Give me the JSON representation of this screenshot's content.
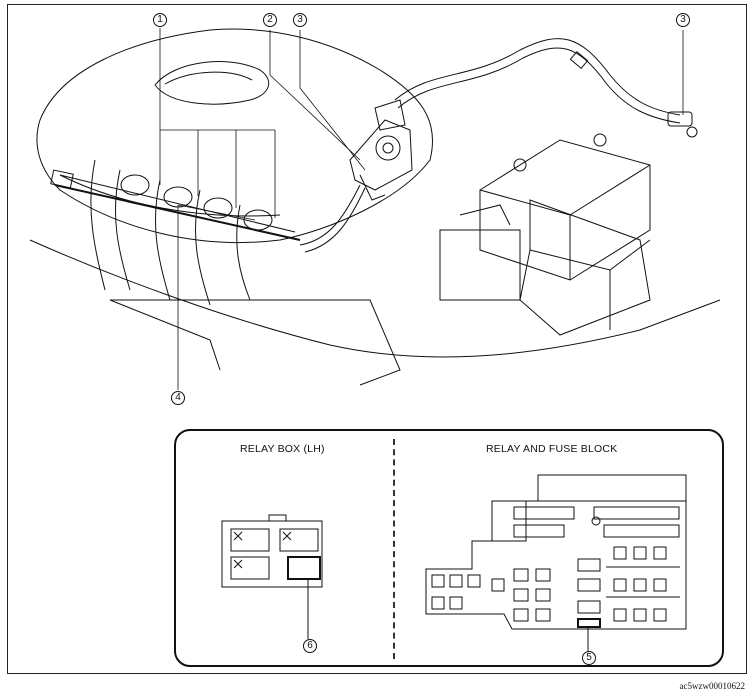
{
  "callouts": {
    "c1": "1",
    "c2": "2",
    "c3a": "3",
    "c3b": "3",
    "c4": "4",
    "c5": "5",
    "c6": "6"
  },
  "inset": {
    "left_title": "RELAY BOX (LH)",
    "right_title": "RELAY AND FUSE BLOCK"
  },
  "reference_code": "ac5wzw00010622"
}
